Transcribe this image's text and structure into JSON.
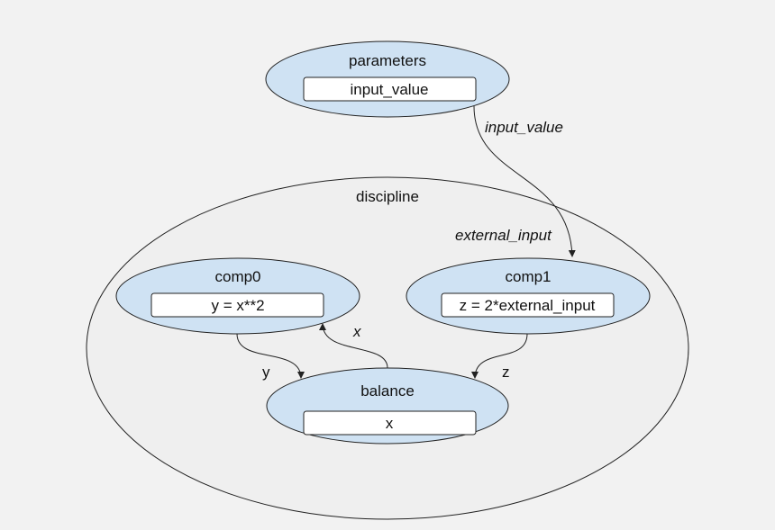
{
  "colors": {
    "background": "#f2f2f2",
    "group_fill": "#efefef",
    "node_fill": "#cfe2f3",
    "box_fill": "#ffffff",
    "stroke": "#222222"
  },
  "nodes": {
    "parameters": {
      "title": "parameters",
      "content": "input_value"
    },
    "discipline": {
      "title": "discipline"
    },
    "comp0": {
      "title": "comp0",
      "content": "y = x**2"
    },
    "comp1": {
      "title": "comp1",
      "content": "z = 2*external_input"
    },
    "balance": {
      "title": "balance",
      "content": "x"
    }
  },
  "edges": {
    "parameters_to_discipline": "input_value",
    "discipline_to_comp1": "external_input",
    "comp0_to_balance": "y",
    "balance_to_comp0": "x",
    "comp1_to_balance": "z"
  }
}
